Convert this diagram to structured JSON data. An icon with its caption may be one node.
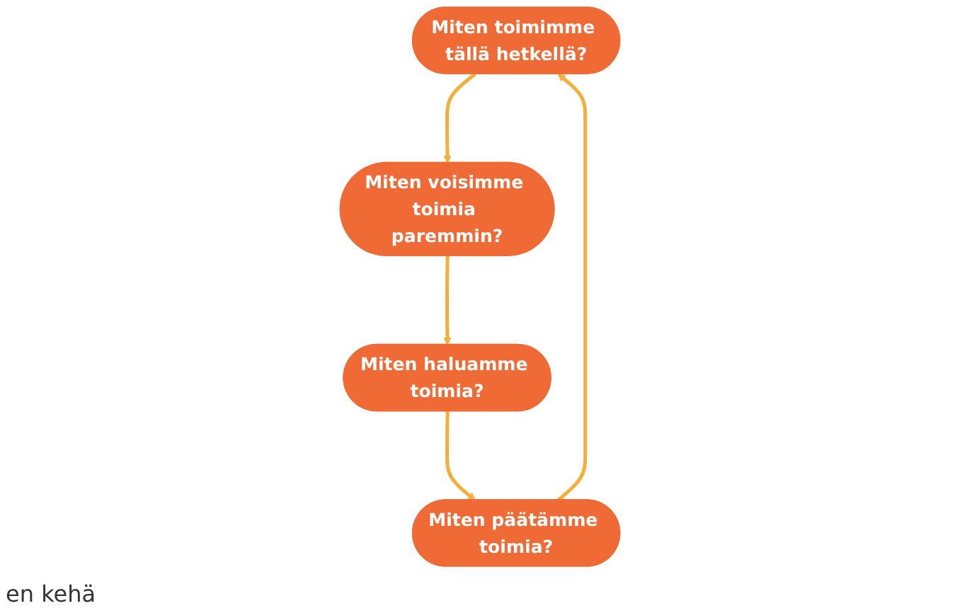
{
  "diagram": {
    "nodes": [
      {
        "text": [
          "Miten toimimme tällä hetkellä?"
        ]
      },
      {
        "text": [
          "Miten päätämme toimia?"
        ]
      },
      {
        "text": [
          "Miten voisimme toimia paremmin?"
        ]
      },
      {
        "text": [
          "Miten haluamme toimia?"
        ]
      }
    ],
    "edges": [
      {
        "from": 0,
        "to": 2,
        "arrow": "to"
      },
      {
        "from": 2,
        "to": 3,
        "arrow": "to"
      },
      {
        "from": 3,
        "to": 1,
        "arrow": "to"
      },
      {
        "from": 1,
        "to": 0,
        "arrow": "to"
      }
    ],
    "labels": [
      "en kehä"
    ]
  }
}
